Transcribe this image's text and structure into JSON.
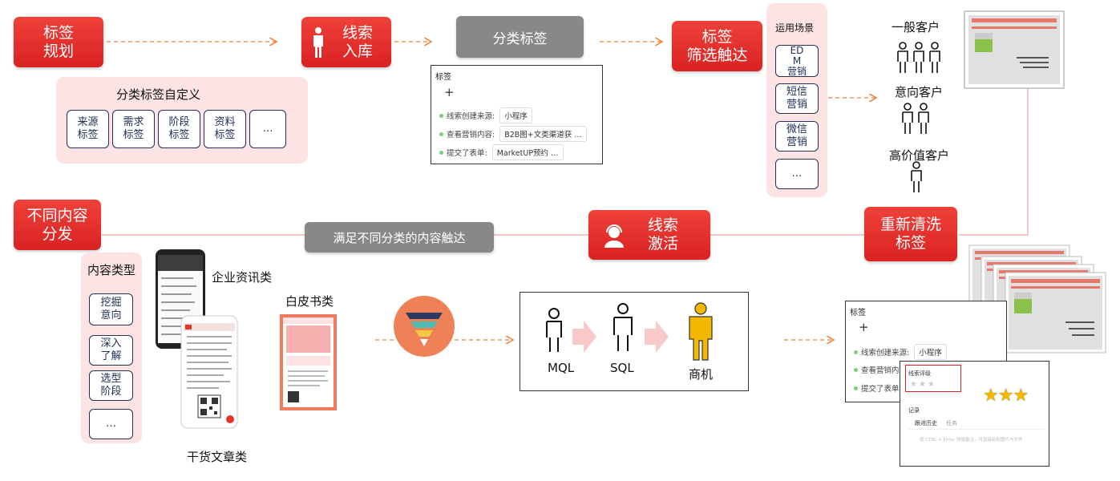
{
  "colors": {
    "accent_red": "#e8332c",
    "panel_pink": "#fde3e4",
    "navy": "#22305a",
    "gray": "#888888",
    "gold": "#f5b800"
  },
  "top_flow": {
    "tag_planning": "标签\n规划",
    "lead_storage": "线索\n入库",
    "classified_tags": "分类标签",
    "tag_filter": "标签\n筛选触达"
  },
  "custom_panel": {
    "title": "分类标签自定义",
    "items": [
      "来源\n标签",
      "需求\n标签",
      "阶段\n标签",
      "资料\n标签",
      "…"
    ]
  },
  "tag_card": {
    "title": "标签",
    "plus": "+",
    "rows": [
      {
        "label": "线索创建来源:",
        "value": "小程序"
      },
      {
        "label": "查看营销内容:",
        "value": "B2B图+文类渠道获 …"
      },
      {
        "label": "提交了表单:",
        "value": "MarketUP预约 …"
      }
    ]
  },
  "scenes": {
    "title": "运用场景",
    "items": [
      "ED\nM\n营销",
      "短信\n营销",
      "微信\n营销",
      "…"
    ]
  },
  "customers": [
    "一般客户",
    "意向客户",
    "高价值客户"
  ],
  "middle_flow": {
    "content_distribution": "不同内容\n分发",
    "bar_text": "满足不同分类的内容触达",
    "lead_activation": "线索\n激活",
    "retag": "重新清洗\n标签"
  },
  "content_types": {
    "title": "内容类型",
    "items": [
      "挖掘\n意向",
      "深入\n了解",
      "选型\n阶段",
      "…"
    ]
  },
  "content_labels": {
    "news": "企业资讯类",
    "whitepaper": "白皮书类",
    "articles": "干货文章类"
  },
  "funnel_stages": [
    "MQL",
    "SQL",
    "商机"
  ],
  "bottom_card": {
    "title": "标签",
    "plus": "+",
    "rows": [
      {
        "label": "线索创建来源:",
        "value": "小程序"
      },
      {
        "label": "查看营销内",
        "value": ""
      },
      {
        "label": "提交了表单",
        "value": ""
      }
    ]
  },
  "rating_card": {
    "rating_label": "线索评级",
    "stars_gray": "★★★",
    "stars_gold": "★★★",
    "record_label": "记录",
    "tabs": [
      "跟进历史",
      "任务"
    ],
    "placeholder": "按 CTRL + Enter 快速备注，可直接粘贴图片与文件"
  }
}
